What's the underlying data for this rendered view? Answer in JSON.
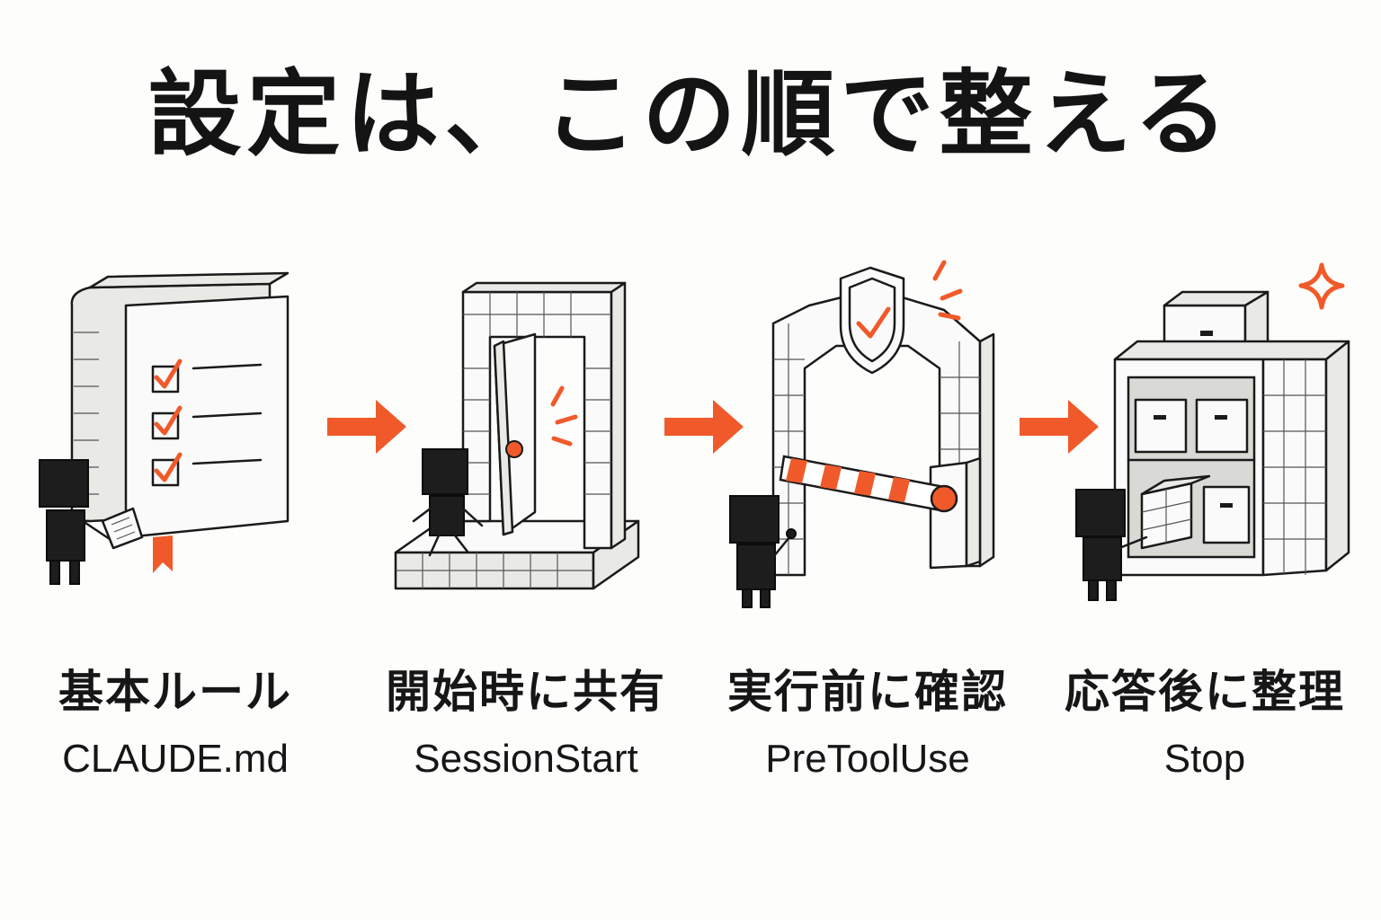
{
  "title": "設定は、この順で整える",
  "colors": {
    "accent": "#f05a2a",
    "ink": "#1a1a1a",
    "background": "#fdfdfb"
  },
  "steps": [
    {
      "label": "基本ルール",
      "sublabel": "CLAUDE.md",
      "icon": "checklist-book-icon"
    },
    {
      "label": "開始時に共有",
      "sublabel": "SessionStart",
      "icon": "doorway-icon"
    },
    {
      "label": "実行前に確認",
      "sublabel": "PreToolUse",
      "icon": "shield-gate-icon"
    },
    {
      "label": "応答後に整理",
      "sublabel": "Stop",
      "icon": "storage-shelf-icon"
    }
  ]
}
